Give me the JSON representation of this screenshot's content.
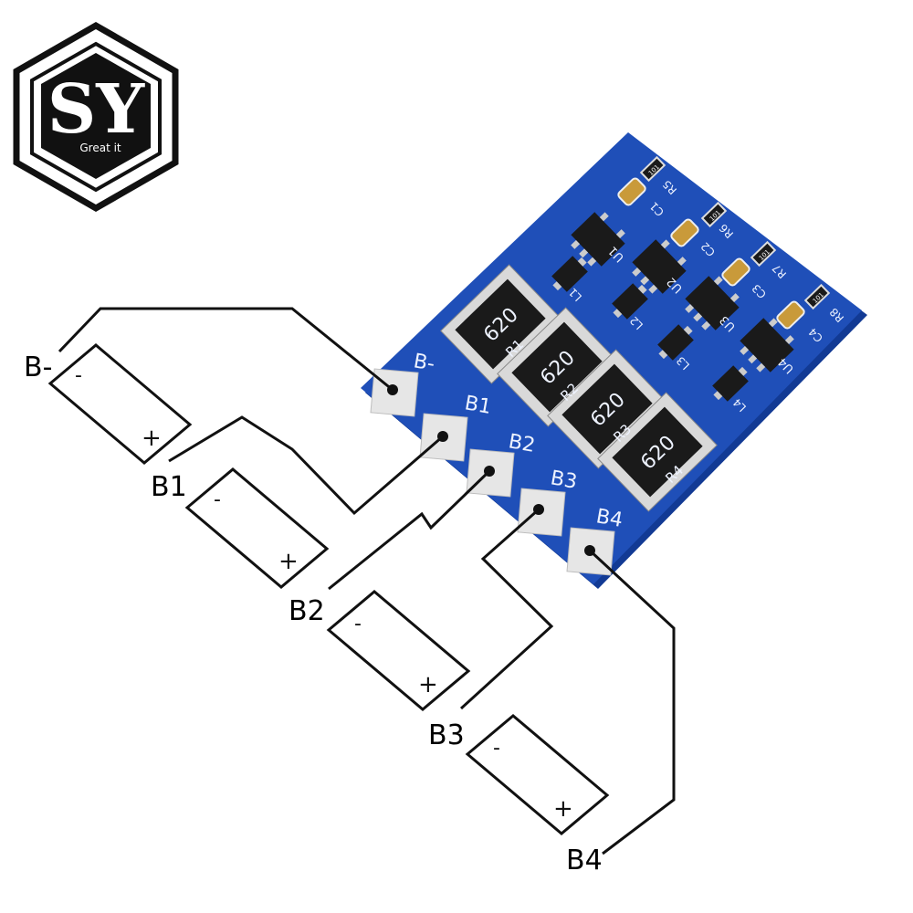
{
  "logo": {
    "letters": "SY",
    "tagline": "Great it"
  },
  "cell_terminal_labels": [
    "B-",
    "B1",
    "B2",
    "B3",
    "B4"
  ],
  "cell_polarity": {
    "negative": "-",
    "positive": "+"
  },
  "pad_labels": [
    "B-",
    "B1",
    "B2",
    "B3",
    "B4"
  ],
  "resistor_labels": [
    "R1",
    "R2",
    "R3",
    "R4"
  ],
  "resistor_codes": [
    "620",
    "620",
    "620",
    "620"
  ],
  "ic_labels": [
    "U1",
    "U2",
    "U3",
    "U4"
  ],
  "mosfet_labels": [
    "L1",
    "L2",
    "L3",
    "L4"
  ],
  "capacitor_labels": [
    "C1",
    "C2",
    "C3",
    "C4"
  ],
  "small_resistor_labels": [
    "R5",
    "R6",
    "R7",
    "R8"
  ],
  "small_resistor_code": "101",
  "colors": {
    "pcb": "#1f4fb8",
    "pcb_dark": "#123a94",
    "pad": "#e6e6e6",
    "wire": "#111111"
  }
}
